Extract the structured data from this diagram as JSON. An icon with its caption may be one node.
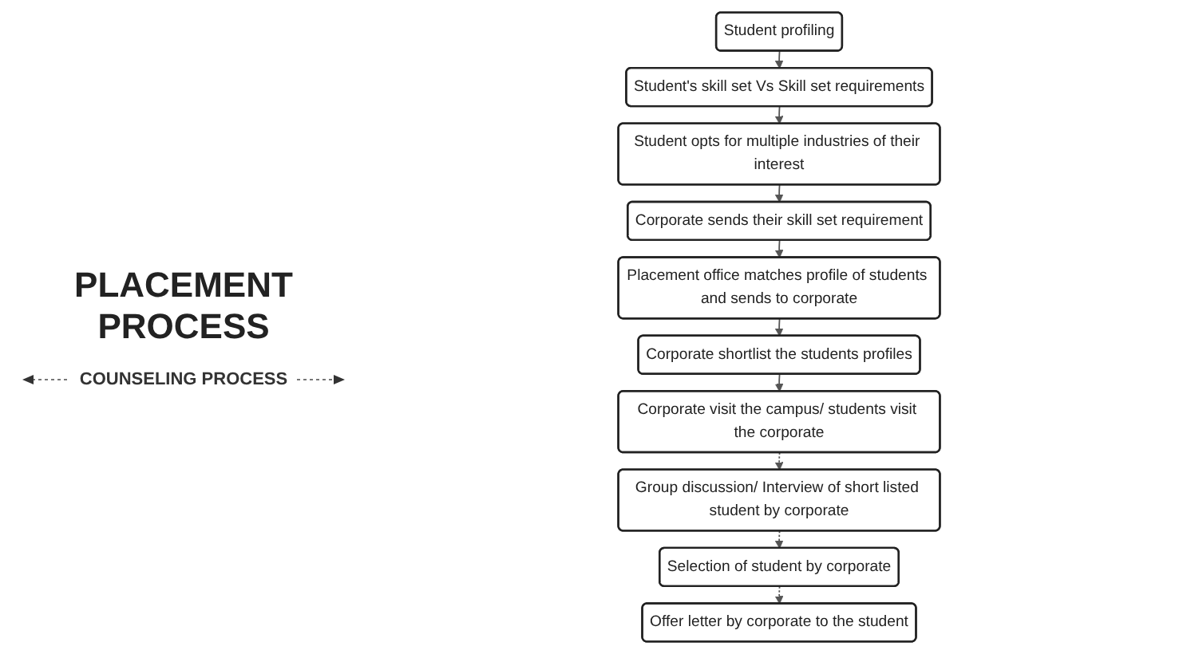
{
  "diagram": {
    "title": "PLACEMENT PROCESS",
    "nodes": [
      {
        "text": [
          "Student profiling"
        ]
      },
      {
        "text": [
          "Student's skill set Vs Skill set requirements"
        ]
      },
      {
        "text": [
          "Student opts for multiple industries of their interest"
        ]
      },
      {
        "text": [
          "Corporate sends their skill set requirement"
        ]
      },
      {
        "text": [
          "Placement office matches profile of students and sends to corporate"
        ]
      },
      {
        "text": [
          "Corporate shortlist the students profiles"
        ]
      },
      {
        "text": [
          "Corporate visit the campus/ students visit the corporate"
        ]
      },
      {
        "text": [
          "Group discussion/ Interview of short listed student by corporate"
        ]
      },
      {
        "text": [
          "Selection of student by corporate"
        ]
      },
      {
        "text": [
          "Offer letter by corporate to the student"
        ]
      }
    ],
    "edges": [
      {
        "from": 0,
        "to": 1,
        "arrow": "to"
      },
      {
        "from": 1,
        "to": 2,
        "arrow": "to"
      },
      {
        "from": 2,
        "to": 3,
        "arrow": "to"
      },
      {
        "from": 3,
        "to": 4,
        "arrow": "to"
      },
      {
        "from": 4,
        "to": 5,
        "arrow": "to"
      },
      {
        "from": 5,
        "to": 6,
        "arrow": "to"
      },
      {
        "from": 6,
        "to": 7,
        "arrow": "to",
        "style": "dashed"
      },
      {
        "from": 7,
        "to": 8,
        "arrow": "to",
        "style": "dashed"
      },
      {
        "from": 8,
        "to": 9,
        "arrow": "to",
        "style": "dashed"
      }
    ],
    "labels": [
      "COUNSELING PROCESS"
    ]
  }
}
